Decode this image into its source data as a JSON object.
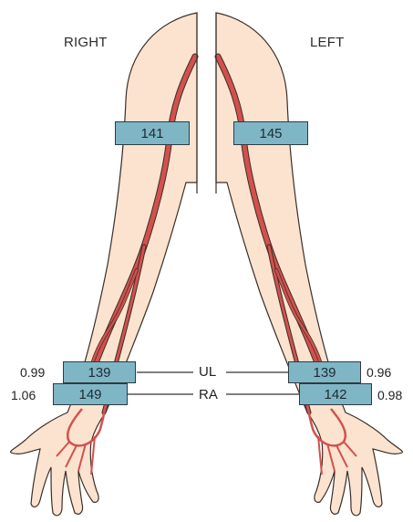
{
  "labels": {
    "right": "RIGHT",
    "left": "LEFT"
  },
  "cuffs": {
    "right_upper": "141",
    "left_upper": "145",
    "right_ul": "139",
    "left_ul": "139",
    "right_ra": "149",
    "left_ra": "142"
  },
  "indices": {
    "right_ul": "0.99",
    "right_ra": "1.06",
    "left_ul": "0.96",
    "left_ra": "0.98"
  },
  "vessels": {
    "ul": "UL",
    "ra": "RA"
  },
  "colors": {
    "skin": "#fbe3cf",
    "artery": "#d4504d",
    "cuff": "#7fb6c6",
    "outline": "#3a2f2a"
  }
}
